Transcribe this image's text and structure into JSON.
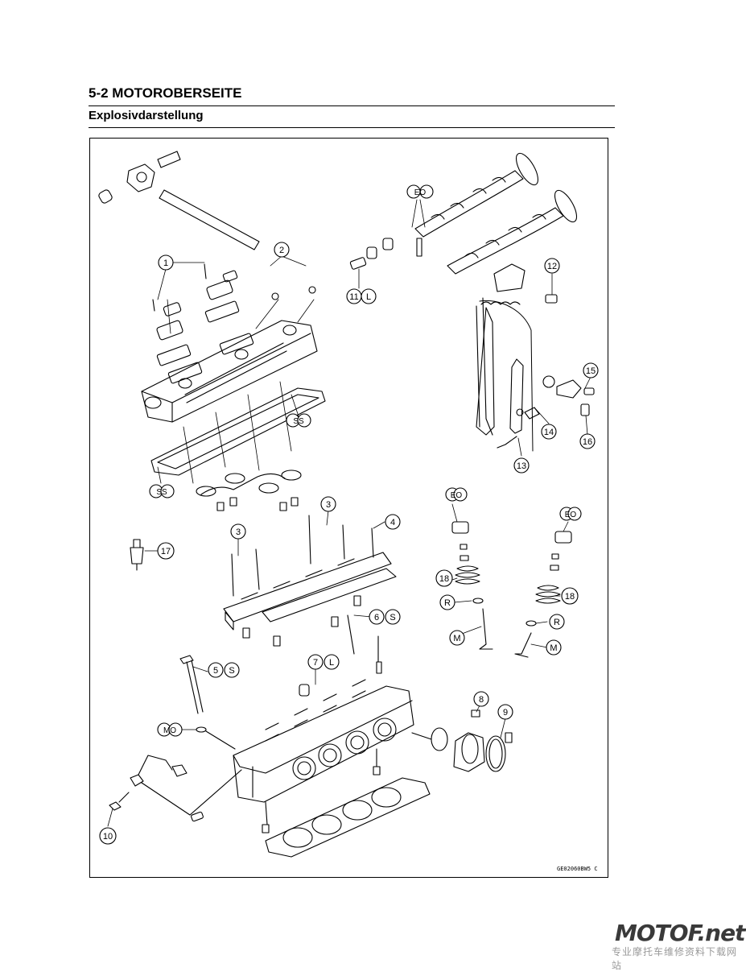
{
  "header": {
    "title": "5-2 MOTOROBERSEITE",
    "subtitle": "Explosivdarstellung"
  },
  "figure": {
    "code": "GE02060BW5 C",
    "callouts": [
      {
        "id": "c1",
        "text": "1"
      },
      {
        "id": "c2",
        "text": "2"
      },
      {
        "id": "c3a",
        "text": "3"
      },
      {
        "id": "c3b",
        "text": "3"
      },
      {
        "id": "c4",
        "text": "4"
      },
      {
        "id": "c5",
        "text": "5"
      },
      {
        "id": "c5s",
        "text": "S"
      },
      {
        "id": "c6",
        "text": "6"
      },
      {
        "id": "c6s",
        "text": "S"
      },
      {
        "id": "c7",
        "text": "7"
      },
      {
        "id": "c7l",
        "text": "L"
      },
      {
        "id": "c8",
        "text": "8"
      },
      {
        "id": "c9",
        "text": "9"
      },
      {
        "id": "c10",
        "text": "10"
      },
      {
        "id": "c11",
        "text": "11"
      },
      {
        "id": "c11l",
        "text": "L"
      },
      {
        "id": "c12",
        "text": "12"
      },
      {
        "id": "c13",
        "text": "13"
      },
      {
        "id": "c14",
        "text": "14"
      },
      {
        "id": "c15",
        "text": "15"
      },
      {
        "id": "c16",
        "text": "16"
      },
      {
        "id": "c17",
        "text": "17"
      },
      {
        "id": "c18a",
        "text": "18"
      },
      {
        "id": "c18b",
        "text": "18"
      },
      {
        "id": "eo1",
        "text": "EO"
      },
      {
        "id": "eo2",
        "text": "EO"
      },
      {
        "id": "eo3",
        "text": "EO"
      },
      {
        "id": "ss1",
        "text": "SS"
      },
      {
        "id": "ss2",
        "text": "SS"
      },
      {
        "id": "mo",
        "text": "MO"
      },
      {
        "id": "r1",
        "text": "R"
      },
      {
        "id": "r2",
        "text": "R"
      },
      {
        "id": "m1",
        "text": "M"
      },
      {
        "id": "m2",
        "text": "M"
      }
    ]
  },
  "watermark": {
    "brand": "MOTOF.net",
    "tagline": "专业摩托车维修资料下载网站"
  }
}
